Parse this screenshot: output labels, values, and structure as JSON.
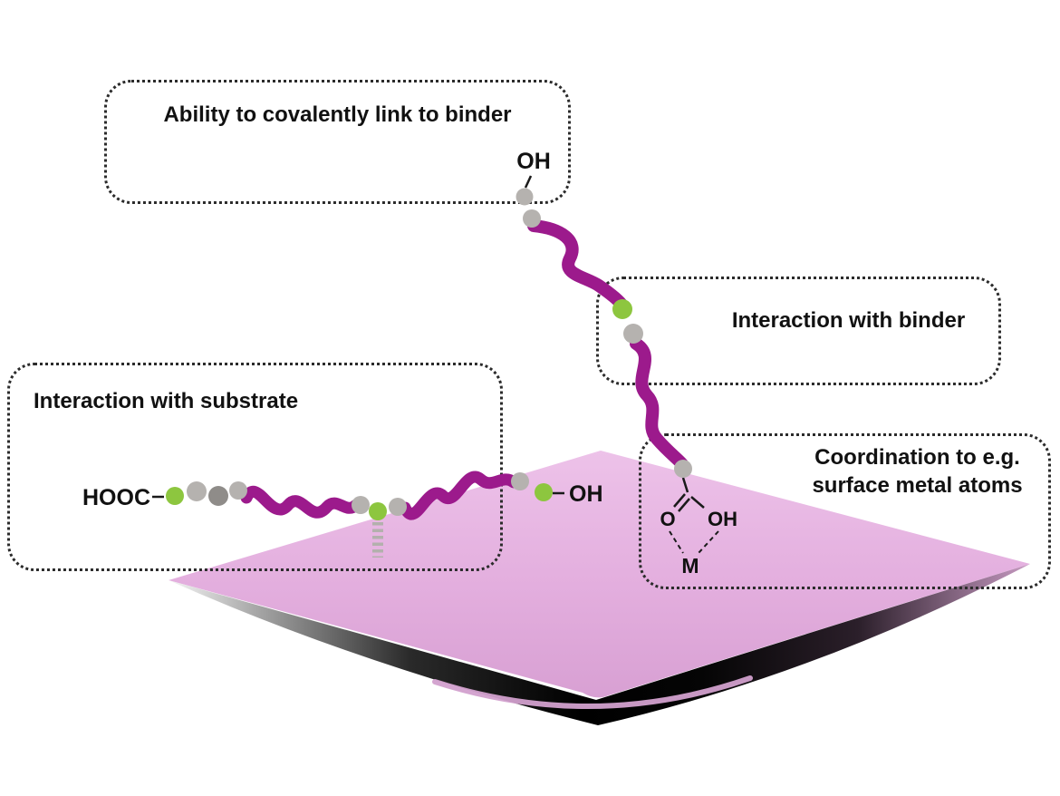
{
  "figure": {
    "description": "Schematic of a functional polymer on a substrate surface"
  },
  "annotations": {
    "covalent": "Ability to covalently link to binder",
    "binder": "Interaction with binder",
    "substrate": "Interaction with substrate",
    "coordination_line1": "Coordination to e.g.",
    "coordination_line2": "surface metal atoms"
  },
  "chem_labels": {
    "oh_top": "OH",
    "hooc": "HOOC",
    "oh_mid": "OH",
    "carboxyl_o": "O",
    "carboxyl_oh": "OH",
    "metal": "M"
  },
  "colors": {
    "chain": "#9c1a8c",
    "bead_gray": "#b5b2af",
    "bead_dark": "#8f8c89",
    "bead_green": "#8dc63f",
    "substrate": "#e2abdd",
    "hbond": "#b3b0ad"
  }
}
